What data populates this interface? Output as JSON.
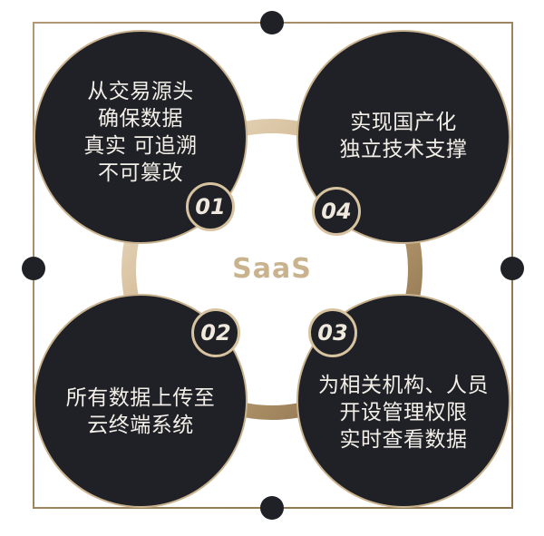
{
  "center": {
    "label": "SaaS"
  },
  "colors": {
    "circle_fill": "#1f2126",
    "gold_light": "#e4d4b8",
    "gold_dark": "#8f7550",
    "text": "#f3efe8"
  },
  "items": [
    {
      "number": "01",
      "text": "从交易源头\n确保数据\n真实 可追溯\n不可篡改"
    },
    {
      "number": "04",
      "text": "实现国产化\n独立技术支撑"
    },
    {
      "number": "02",
      "text": "所有数据上传至\n云终端系统"
    },
    {
      "number": "03",
      "text": "为相关机构、人员\n开设管理权限\n实时查看数据"
    }
  ]
}
